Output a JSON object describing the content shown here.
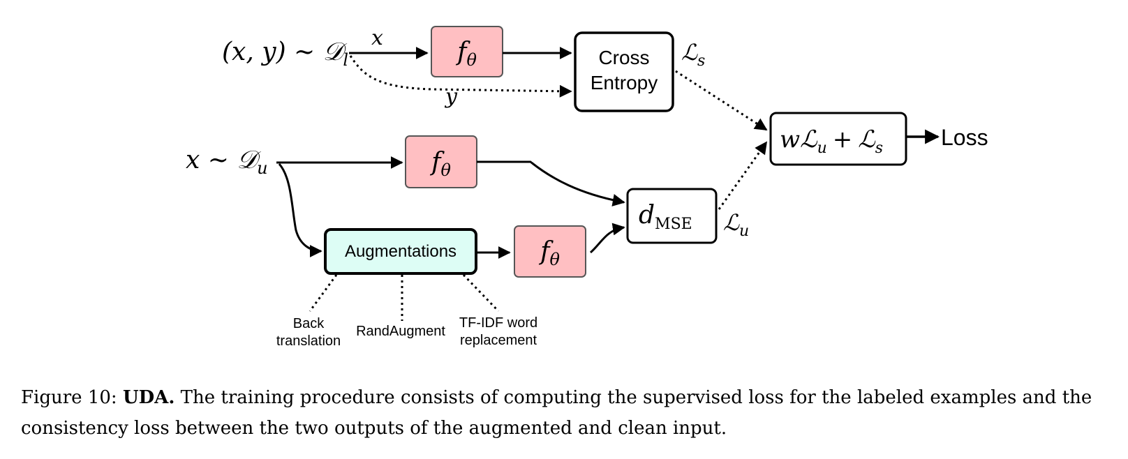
{
  "diagram": {
    "labeled_source": {
      "label": "(x, y) ~ 𝒟",
      "subscript": "l"
    },
    "unlabeled_source": {
      "label": "x ~ 𝒟",
      "subscript": "u"
    },
    "edge_x": "x",
    "edge_y": "y",
    "model_label": {
      "main": "f",
      "subscript": "θ"
    },
    "cross_entropy": {
      "line1": "Cross",
      "line2": "Entropy"
    },
    "supervised_loss": {
      "main": "ℒ",
      "subscript": "s"
    },
    "consistency_loss": {
      "main": "ℒ",
      "subscript": "u"
    },
    "mse": {
      "main": "d",
      "subscript": "MSE"
    },
    "total_loss": {
      "w": "w",
      "l1": "ℒ",
      "s1": "u",
      "plus": "+",
      "l2": "ℒ",
      "s2": "s"
    },
    "loss_output": "Loss",
    "augmentations": "Augmentations",
    "aug_methods": {
      "back_translation": {
        "line1": "Back",
        "line2": "translation"
      },
      "randaugment": "RandAugment",
      "tfidf": {
        "line1": "TF-IDF word",
        "line2": "replacement"
      }
    },
    "colors": {
      "model_fill": "#ffbfc2",
      "model_stroke": "#555555",
      "augment_fill": "#ddfdf5",
      "box_stroke": "#000000"
    }
  },
  "caption": {
    "prefix": "Figure 10: ",
    "bold": "UDA.",
    "text": " The training procedure consists of computing the supervised loss for the labeled examples and the consistency loss between the two outputs of the augmented and clean input."
  }
}
